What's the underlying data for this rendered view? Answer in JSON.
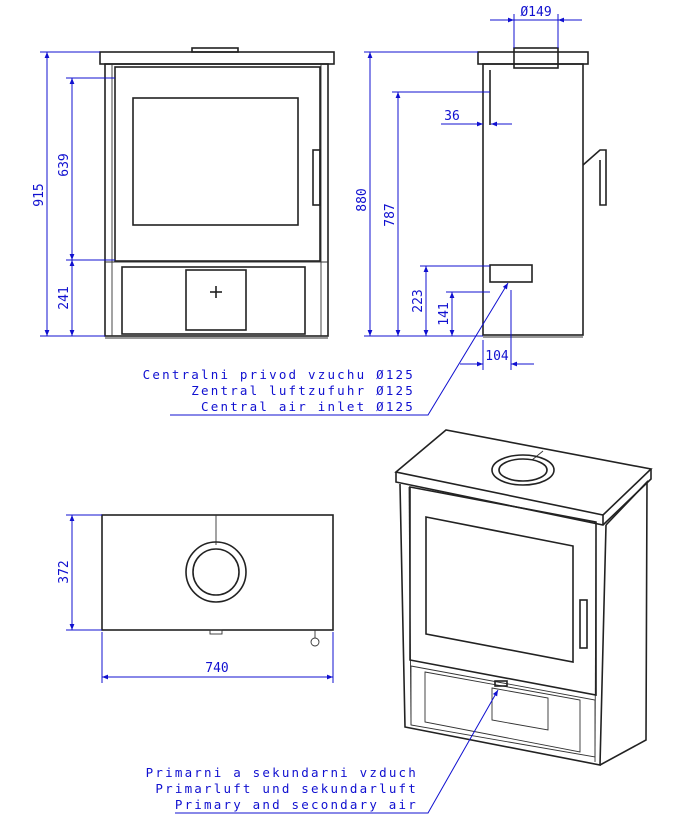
{
  "front_view": {
    "dim_total_height": "915",
    "dim_door_height": "639",
    "dim_base_height": "241"
  },
  "side_view": {
    "dim_flue_diameter": "Ø149",
    "dim_total_height": "880",
    "dim_flue_axis": "787",
    "dim_inlet_top": "223",
    "dim_inlet_axis": "141",
    "dim_flue_offset": "36",
    "dim_inlet_offset": "104"
  },
  "air_inlet_note": {
    "line_cz": "Centralni privod vzuchu Ø125",
    "line_de": "Zentral luftzufuhr Ø125",
    "line_en": "Central air inlet Ø125"
  },
  "top_view": {
    "dim_depth": "372",
    "dim_width": "740"
  },
  "air_note": {
    "line_cz": "Primarni a sekundarni vzduch",
    "line_de": "Primarluft und sekundarluft",
    "line_en": "Primary and secondary air"
  }
}
